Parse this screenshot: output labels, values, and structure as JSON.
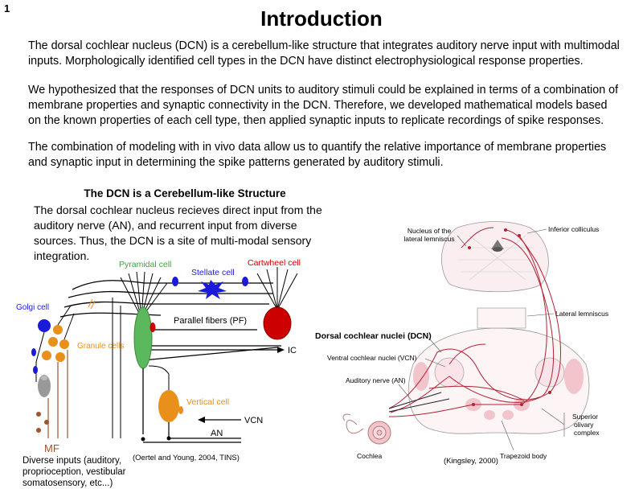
{
  "slide_number": "1",
  "title": "Introduction",
  "paragraphs": {
    "p1": "The dorsal cochlear nucleus (DCN) is a cerebellum-like structure that integrates auditory nerve input with multimodal inputs. Morphologically identified cell types in the DCN have distinct electrophysiological response properties.",
    "p2": "We hypothesized that the responses of DCN units to auditory stimuli could be explained in terms of a combination of membrane properties and synaptic connectivity in the DCN. Therefore, we developed mathematical models based on the known properties of each cell type, then applied synaptic inputs to replicate recordings of spike responses.",
    "p3": "The combination of modeling with in vivo data allow us to quantify the relative importance of membrane properties and synaptic input in determining the spike patterns generated by auditory stimuli."
  },
  "section": {
    "heading": "The DCN is a Cerebellum-like Structure",
    "text": "The dorsal cochlear nucleus recieves direct input from the auditory nerve (AN), and recurrent input from diverse sources. Thus, the DCN is a site of multi-modal sensory integration."
  },
  "left_diagram": {
    "pyramidal_cell": "Pyramidal cell",
    "stellate_cell": "Stellate cell",
    "cartwheel_cell": "Cartwheel cell",
    "golgi_cell": "Golgi cell",
    "granule_cells": "Granule cells",
    "parallel_fibers": "Parallel fibers (PF)",
    "ic": "IC",
    "vertical_cell": "Vertical cell",
    "vcn": "VCN",
    "an": "AN",
    "mf": "MF",
    "diverse_inputs": "Diverse inputs (auditory, proprioception, vestibular somatosensory, etc...)",
    "citation": "(Oertel and Young, 2004, TINS)",
    "colors": {
      "pyramidal": "#5cb85c",
      "stellate": "#1a1adb",
      "cartwheel": "#cc0000",
      "golgi": "#1a1adb",
      "granule": "#e8901a",
      "vertical": "#e8901a",
      "mf": "#a0522d"
    }
  },
  "right_diagram": {
    "nucleus_lateral_lemniscus": "Nucleus of the lateral lemniscus",
    "inferior_colliculus": "Inferior colliculus",
    "lateral_lemniscus": "Lateral lemniscus",
    "dcn": "Dorsal cochlear nuclei (DCN)",
    "vcn": "Ventral cochlear nuclei (VCN)",
    "auditory_nerve": "Auditory nerve (AN)",
    "superior_olivary": "Superior olivary complex",
    "trapezoid_body": "Trapezoid body",
    "cochlea": "Cochlea",
    "citation": "(Kingsley, 2000)",
    "colors": {
      "pathway": "#b22234",
      "tissue": "#f2c4cc"
    }
  }
}
